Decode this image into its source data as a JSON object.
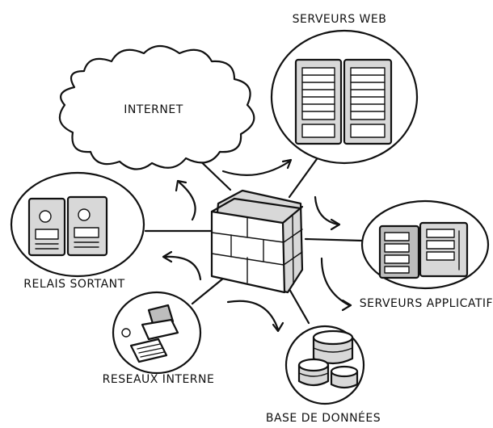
{
  "labels": {
    "internet": "INTERNET",
    "web_servers": "SERVEURS WEB",
    "app_servers": "SERVEURS APPLICATIFS",
    "database": "BASE DE DONNÉES",
    "internal_network": "RESEAUX INTERNE",
    "outbound_relay": "RELAIS SORTANT"
  }
}
